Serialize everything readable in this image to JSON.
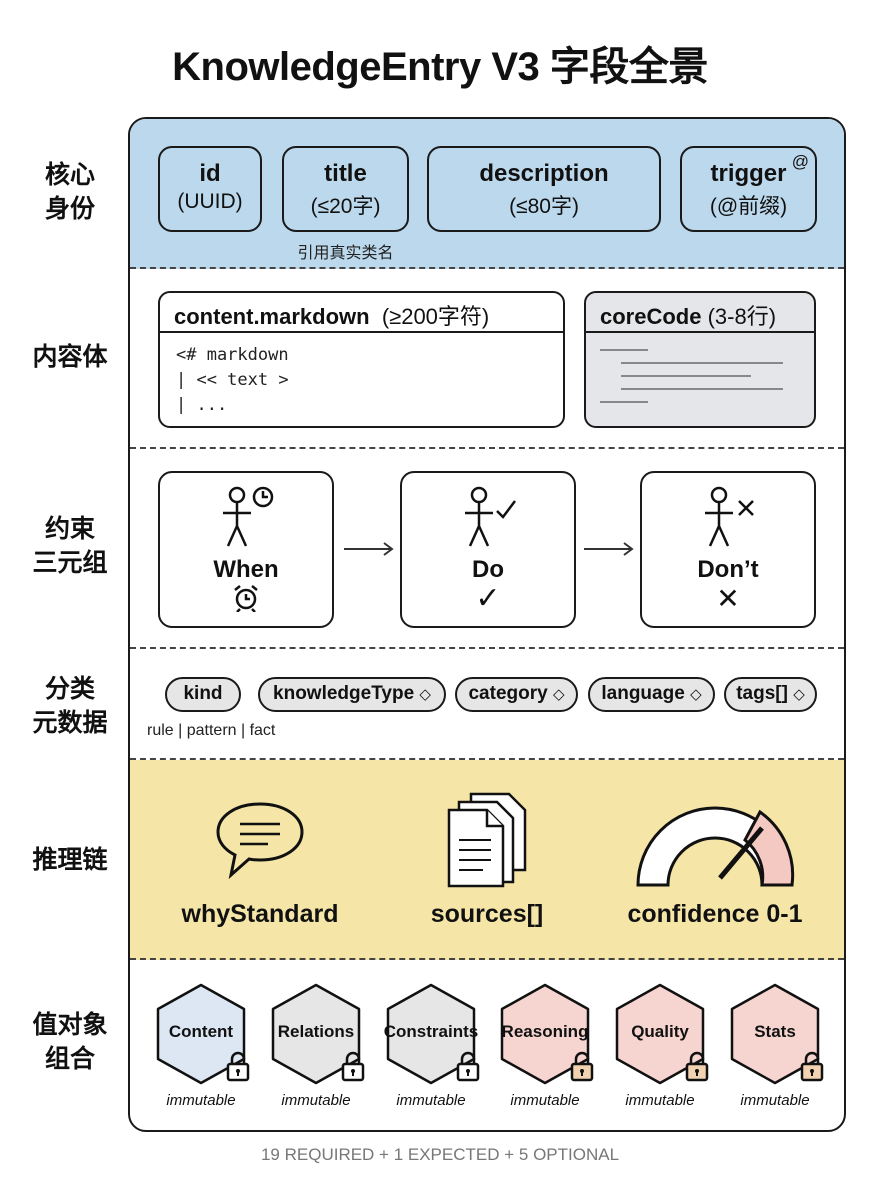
{
  "title": "KnowledgeEntry V3 字段全景",
  "colors": {
    "identity_bg": "#bcd8ec",
    "reasoning_bg": "#f5e6a8",
    "code_bg": "#e4e6e9",
    "pill_bg": "#e6e6e6",
    "hex_blue": "#dce7f3",
    "hex_grey": "#e6e6e6",
    "hex_pink": "#f6d5d0"
  },
  "rows": {
    "identity": {
      "label": "核心\n身份",
      "fields": [
        {
          "name": "id",
          "note": "(UUID)"
        },
        {
          "name": "title",
          "note": "(≤20字)"
        },
        {
          "name": "description",
          "note": "(≤80字)"
        },
        {
          "name": "trigger",
          "note": "(@前缀)",
          "superscript": "@"
        }
      ],
      "title_hint": "引用真实类名"
    },
    "content": {
      "label": "内容体",
      "markdown": {
        "name": "content.markdown",
        "note": "(≥200字符)",
        "lines": [
          "<# markdown",
          "| << text >",
          "| ..."
        ]
      },
      "core_code": {
        "name": "coreCode",
        "note": "(3-8行)"
      }
    },
    "constraints": {
      "label": "约束\n三元组",
      "items": [
        {
          "label": "When",
          "icon": "alarm-clock-icon"
        },
        {
          "label": "Do",
          "icon": "checkmark-icon",
          "mark": "✓"
        },
        {
          "label": "Don’t",
          "icon": "cross-icon",
          "mark": "✕"
        }
      ]
    },
    "metadata": {
      "label": "分类\n元数据",
      "pills": [
        {
          "name": "kind",
          "diamond": false
        },
        {
          "name": "knowledgeType",
          "diamond": true
        },
        {
          "name": "category",
          "diamond": true
        },
        {
          "name": "language",
          "diamond": true
        },
        {
          "name": "tags[]",
          "diamond": true
        }
      ],
      "kind_values": "rule | pattern | fact",
      "diamond": "◇"
    },
    "reasoning": {
      "label": "推理链",
      "items": [
        {
          "label": "whyStandard",
          "icon": "speech-bubble-icon"
        },
        {
          "label": "sources[]",
          "icon": "documents-icon"
        },
        {
          "label": "confidence 0-1",
          "icon": "gauge-icon"
        }
      ]
    },
    "value_objects": {
      "label": "值对象\n组合",
      "items": [
        {
          "name": "Content",
          "color": "blue",
          "note": "immutable"
        },
        {
          "name": "Relations",
          "color": "grey",
          "note": "immutable"
        },
        {
          "name": "Constraints",
          "color": "grey",
          "note": "immutable"
        },
        {
          "name": "Reasoning",
          "color": "pink",
          "note": "immutable"
        },
        {
          "name": "Quality",
          "color": "pink",
          "note": "immutable"
        },
        {
          "name": "Stats",
          "color": "pink",
          "note": "immutable"
        }
      ]
    }
  },
  "footer": "19 REQUIRED + 1 EXPECTED + 5 OPTIONAL"
}
